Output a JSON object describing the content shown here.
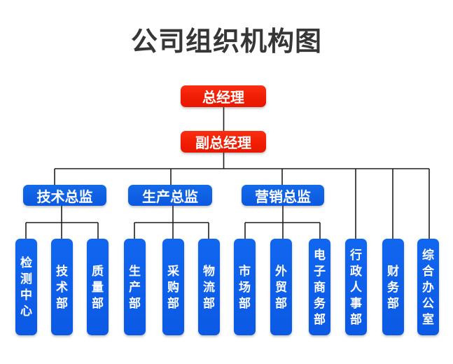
{
  "title": "公司组织机构图",
  "org": {
    "general_manager": "总经理",
    "deputy_general_manager": "副总经理",
    "directors": [
      {
        "label": "技术总监",
        "departments": [
          "检测中心",
          "技术部",
          "质量部"
        ]
      },
      {
        "label": "生产总监",
        "departments": [
          "生产部",
          "采购部",
          "物流部"
        ]
      },
      {
        "label": "营销总监",
        "departments": [
          "市场部",
          "外贸部",
          "电子商务部"
        ]
      }
    ],
    "direct_departments": [
      "行政人事部",
      "财务部",
      "综合办公室"
    ]
  },
  "colors": {
    "executive_node": "#ee1c02",
    "department_node": "#0b59e4",
    "node_text": "#ffffff",
    "connector_line": "#1f1f1f",
    "title_text": "#363636",
    "background": "#ffffff"
  }
}
